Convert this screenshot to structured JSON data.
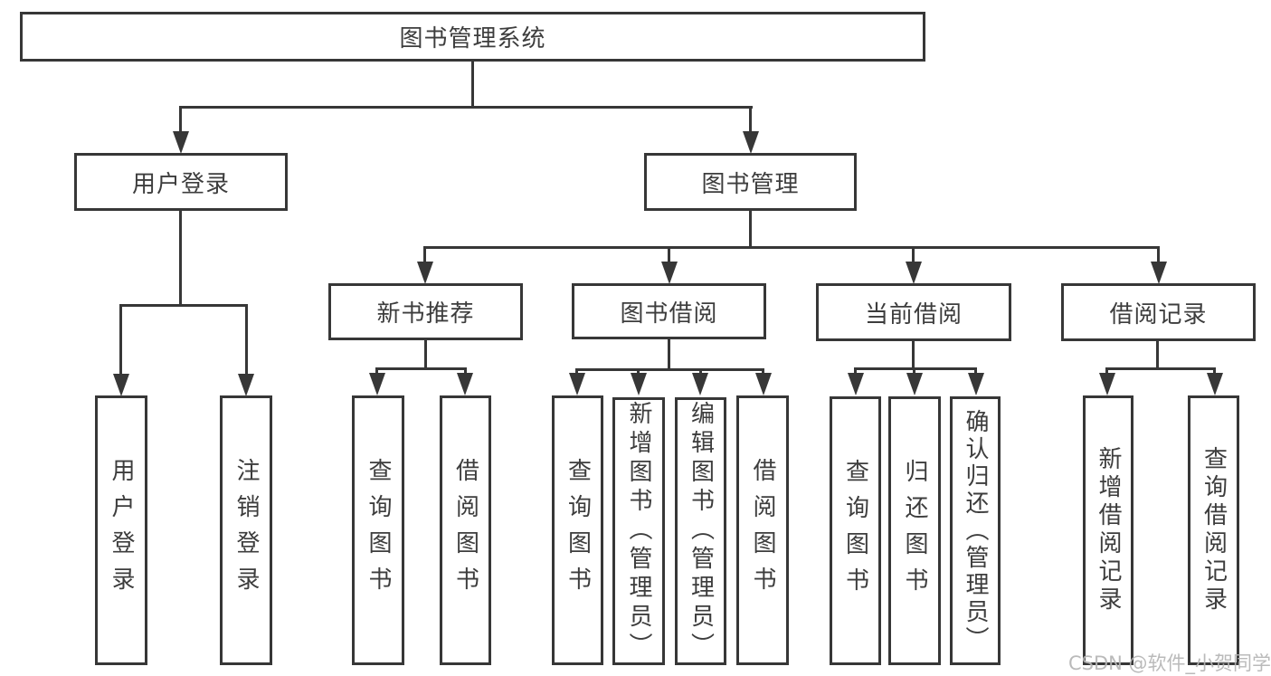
{
  "diagram_title": "图书管理系统",
  "nodes": {
    "root": "图书管理系统",
    "user_login": "用户登录",
    "book_management": "图书管理",
    "new_book_recommend": "新书推荐",
    "book_borrow": "图书借阅",
    "current_borrow": "当前借阅",
    "borrow_records": "借阅记录",
    "leaf_user_login": "用户登录",
    "leaf_logout": "注销登录",
    "leaf_query_book_rec": "查询图书",
    "leaf_borrow_book_rec": "借阅图书",
    "leaf_query_book_borrow": "查询图书",
    "leaf_add_book_admin": "新增图书（管理员）",
    "leaf_edit_book_admin": "编辑图书（管理员）",
    "leaf_borrow_book_borrow": "借阅图书",
    "leaf_query_book_current": "查询图书",
    "leaf_return_book": "归还图书",
    "leaf_confirm_return_admin": "确认归还（管理员）",
    "leaf_add_borrow_record": "新增借阅记录",
    "leaf_query_borrow_record": "查询借阅记录"
  },
  "hierarchy": {
    "root": "图书管理系统",
    "children": [
      {
        "label": "用户登录",
        "children": [
          "用户登录",
          "注销登录"
        ]
      },
      {
        "label": "图书管理",
        "children": [
          {
            "label": "新书推荐",
            "children": [
              "查询图书",
              "借阅图书"
            ]
          },
          {
            "label": "图书借阅",
            "children": [
              "查询图书",
              "新增图书（管理员）",
              "编辑图书（管理员）",
              "借阅图书"
            ]
          },
          {
            "label": "当前借阅",
            "children": [
              "查询图书",
              "归还图书",
              "确认归还（管理员）"
            ]
          },
          {
            "label": "借阅记录",
            "children": [
              "新增借阅记录",
              "查询借阅记录"
            ]
          }
        ]
      }
    ]
  },
  "watermark": "CSDN @软件_小贺同学",
  "colors": {
    "line": "#373737",
    "text": "#3d3d3d",
    "watermark_text": "#b5b5b5",
    "background": "#ffffff"
  }
}
